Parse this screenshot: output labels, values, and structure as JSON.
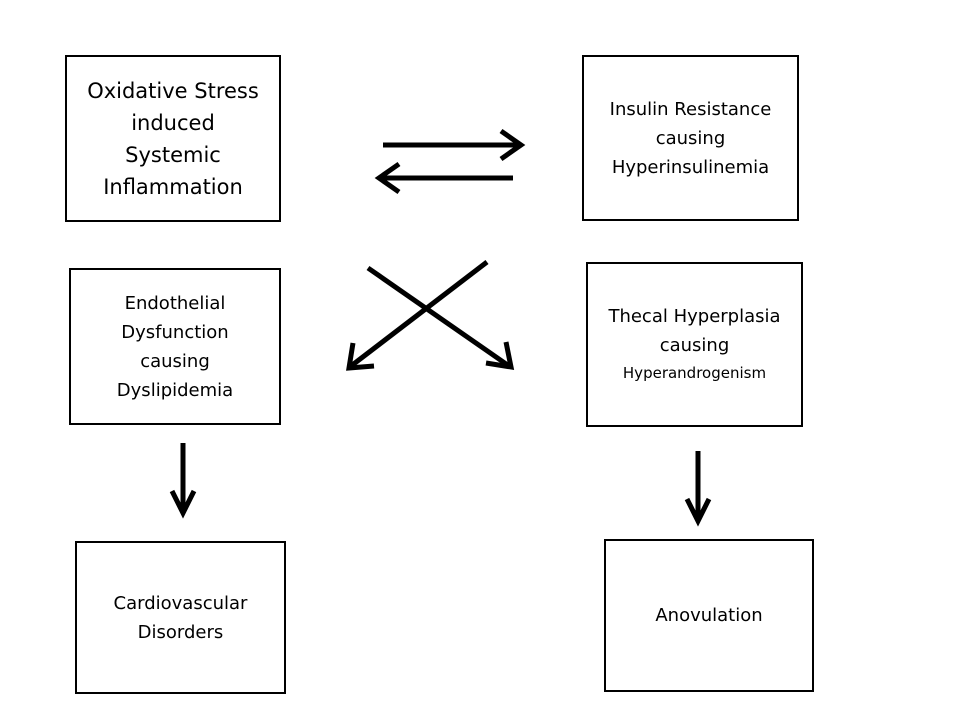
{
  "boxes": {
    "oxidative_stress": {
      "lines": [
        "Oxidative Stress",
        "induced",
        "Systemic",
        "Inflammation"
      ]
    },
    "insulin_resistance": {
      "lines": [
        "Insulin Resistance",
        "causing",
        "Hyperinsulinemia"
      ]
    },
    "endothelial_dysfunction": {
      "lines": [
        "Endothelial",
        "Dysfunction",
        "causing",
        "Dyslipidemia"
      ]
    },
    "thecal_hyperplasia": {
      "lines": [
        "Thecal Hyperplasia",
        "causing",
        "Hyperandrogenism"
      ]
    },
    "cardiovascular_disorders": {
      "lines": [
        "Cardiovascular",
        "Disorders"
      ]
    },
    "anovulation": {
      "lines": [
        "Anovulation"
      ]
    }
  },
  "connections": [
    {
      "from": "oxidative_stress",
      "to": "insulin_resistance"
    },
    {
      "from": "insulin_resistance",
      "to": "oxidative_stress"
    },
    {
      "from": "insulin_resistance",
      "to": "endothelial_dysfunction"
    },
    {
      "from": "oxidative_stress",
      "to": "thecal_hyperplasia"
    },
    {
      "from": "endothelial_dysfunction",
      "to": "cardiovascular_disorders"
    },
    {
      "from": "thecal_hyperplasia",
      "to": "anovulation"
    }
  ],
  "colors": {
    "stroke": "#000000",
    "background": "#ffffff",
    "text": "#000000"
  }
}
